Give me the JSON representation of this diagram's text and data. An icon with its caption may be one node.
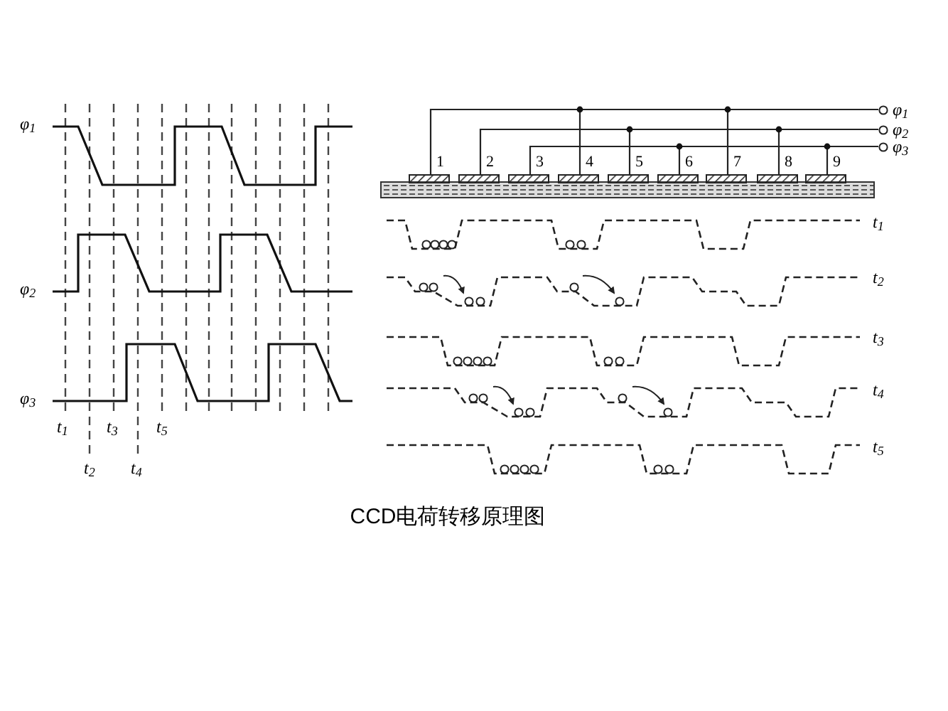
{
  "diagram": {
    "caption": "CCD电荷转移原理图",
    "nodes": [
      {
        "text": [
          "1"
        ]
      },
      {
        "text": [
          "2"
        ]
      },
      {
        "text": [
          "3"
        ]
      },
      {
        "text": [
          "4"
        ]
      },
      {
        "text": [
          "5"
        ]
      },
      {
        "text": [
          "6"
        ]
      },
      {
        "text": [
          "7"
        ]
      },
      {
        "text": [
          "8"
        ]
      },
      {
        "text": [
          "9"
        ]
      },
      {
        "text": [
          "φ$_{1}$"
        ]
      },
      {
        "text": [
          "φ$_{2}$"
        ]
      },
      {
        "text": [
          "φ$_{3}$"
        ]
      }
    ],
    "edges": [
      {
        "from": 0,
        "to": 9,
        "arrow": "none"
      },
      {
        "from": 1,
        "to": 10,
        "arrow": "none"
      },
      {
        "from": 2,
        "to": 11,
        "arrow": "none"
      },
      {
        "from": 3,
        "to": 9,
        "arrow": "none"
      },
      {
        "from": 4,
        "to": 10,
        "arrow": "none"
      },
      {
        "from": 5,
        "to": 11,
        "arrow": "none"
      },
      {
        "from": 6,
        "to": 9,
        "arrow": "none"
      },
      {
        "from": 7,
        "to": 10,
        "arrow": "none"
      },
      {
        "from": 8,
        "to": 11,
        "arrow": "none"
      }
    ],
    "labels": [
      "φ$_{1}$",
      "φ$_{2}$",
      "φ$_{3}$",
      "t$_{1}$",
      "t$_{3}$",
      "t$_{5}$",
      "t$_{2}$",
      "t$_{4}$",
      "t$_{1}$",
      "t$_{2}$",
      "t$_{3}$",
      "t$_{4}$",
      "t$_{5}$"
    ]
  }
}
